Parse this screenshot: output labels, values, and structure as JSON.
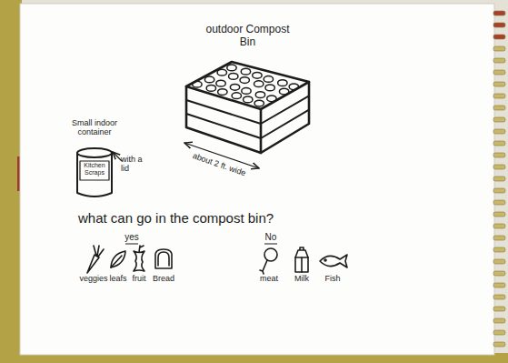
{
  "diagram": {
    "nodes": [
      {
        "text": [
          "outdoor Compost Bin"
        ]
      },
      {
        "text": [
          "Small indoor container",
          "Kitchen Scraps"
        ]
      }
    ],
    "labels": [
      "with a lid",
      "about 2 ft. wide",
      "what can go in the compost bin?",
      "yes",
      "No",
      "veggies",
      "leafs",
      "fruit",
      "Bread",
      "meat",
      "Milk",
      "Fish"
    ]
  }
}
